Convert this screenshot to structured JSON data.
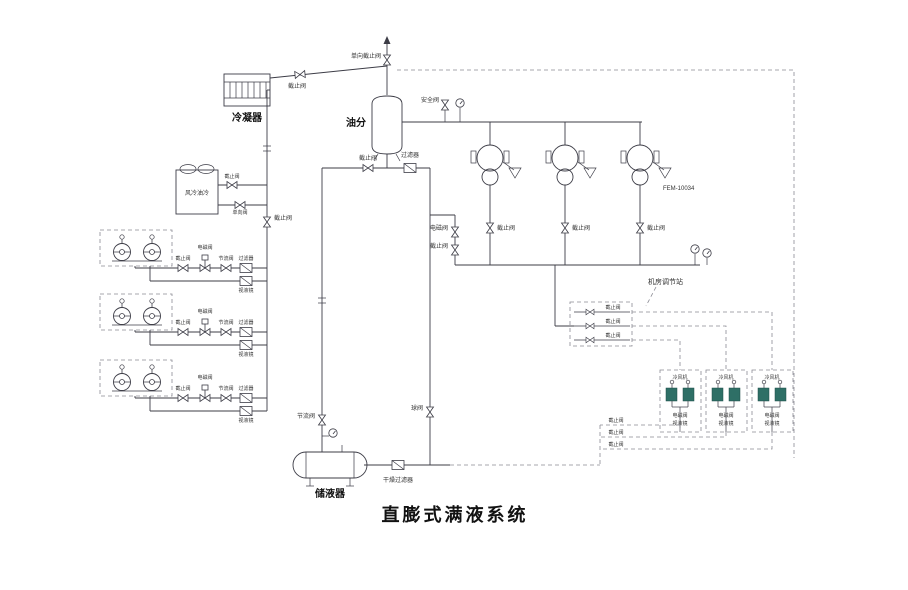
{
  "title": "直膨式满液系统",
  "colors": {
    "line": "#3c3c46",
    "dashed": "#8a8a93",
    "teal": "#2e6f66"
  },
  "equipment": {
    "condenser": "冷凝器",
    "oil_separator": "油分",
    "receiver": "储液器",
    "oil_cooler": "风冷油冷",
    "control_station": "机房调节站",
    "compressor_tag": "FEM-10034",
    "terminal_unit": "冷风机"
  },
  "valves": {
    "stop": "截止阀",
    "check": "单向阀",
    "check_stop": "单向截止阀",
    "solenoid": "电磁阀",
    "throttle": "节流阀",
    "ball": "球阀",
    "safety": "安全阀",
    "filter": "过滤器",
    "dry_filter": "干燥过滤器",
    "sight_glass": "视液镜"
  }
}
